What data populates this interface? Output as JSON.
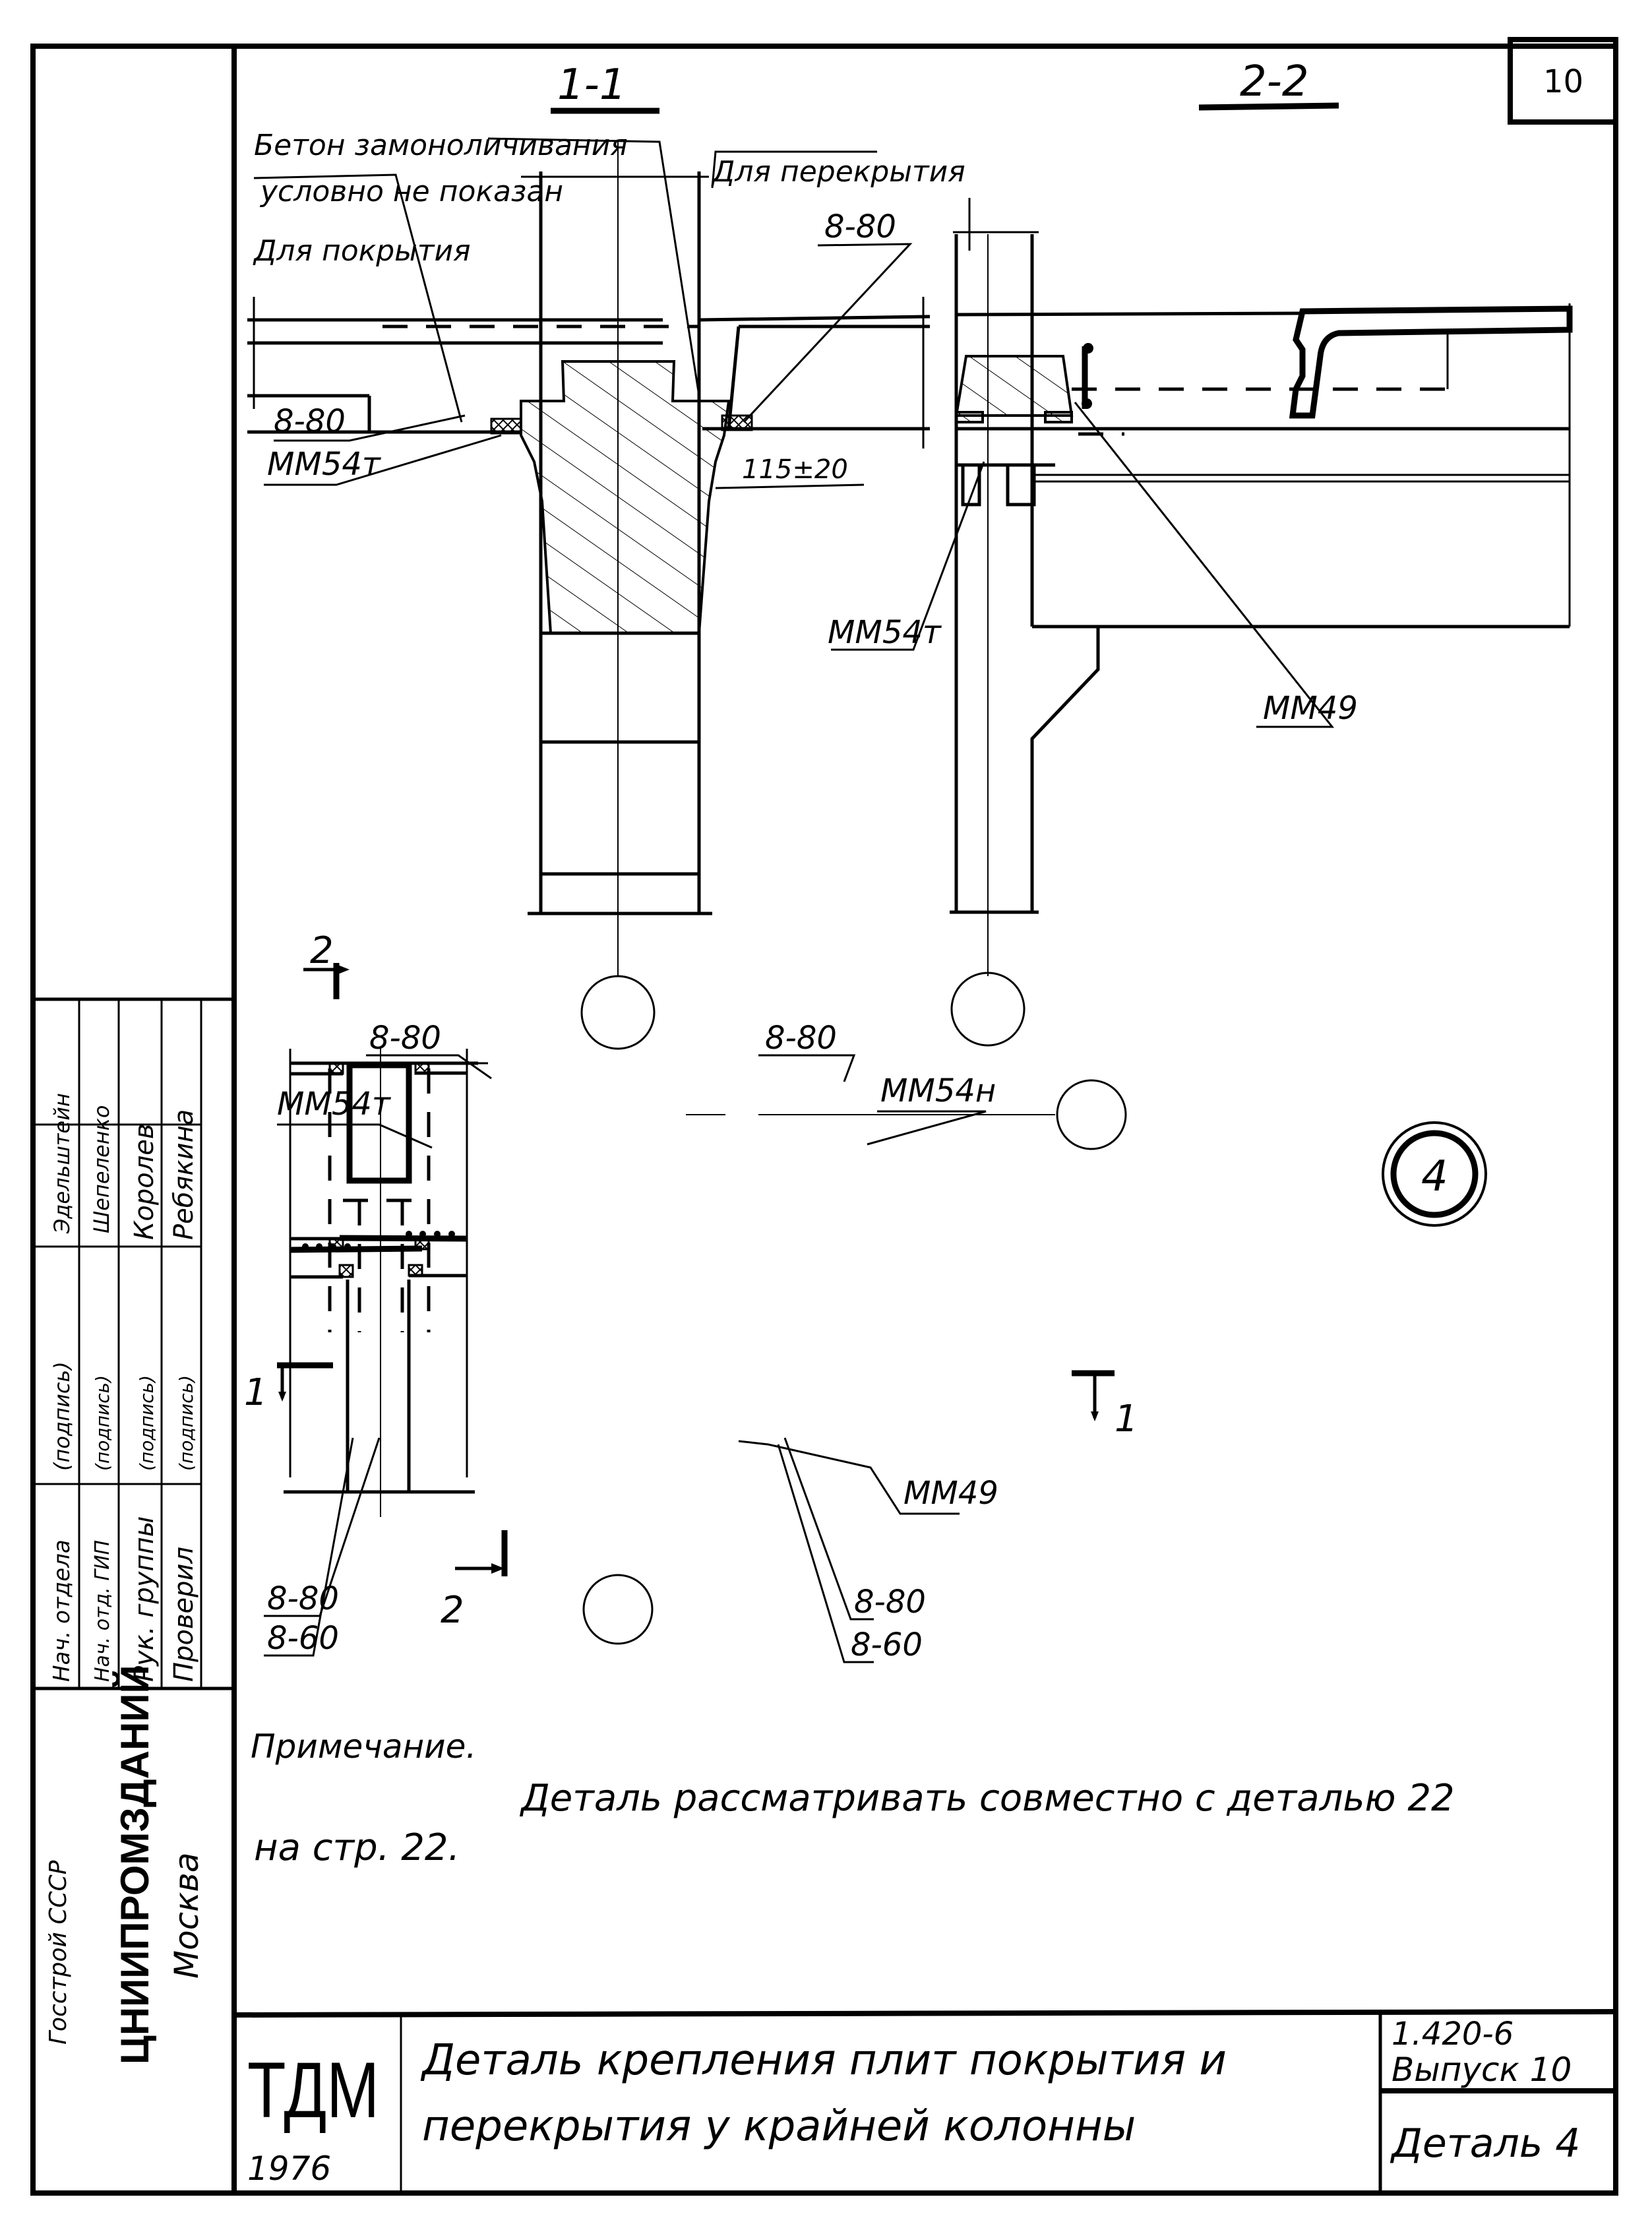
{
  "sheet": {
    "page_number": "10",
    "detail_marker": "4"
  },
  "section_1_1": {
    "title": "1-1",
    "labels": {
      "concrete_note_line1": "Бетон замоноличивания",
      "concrete_note_line2": "условно не показан",
      "for_roof": "Для покрытия",
      "for_floor": "Для перекрытия",
      "weld_top_right": "8-80",
      "weld_left": "8-80",
      "embedded_left": "ММ54т",
      "dimension": "115±20"
    }
  },
  "section_2_2": {
    "title": "2-2",
    "labels": {
      "embedded": "ММ54т",
      "connector": "ММ49"
    }
  },
  "plan": {
    "labels": {
      "weld_top_left": "8-80",
      "weld_top_right": "8-80",
      "embedded_left": "ММ54т",
      "embedded_right": "ММ54н",
      "connector": "ММ49",
      "weld_bottom_left_1": "8-80",
      "weld_bottom_left_2": "8-60",
      "weld_bottom_right_1": "8-80",
      "weld_bottom_right_2": "8-60"
    },
    "cut_marks": {
      "cut_2_top": "2",
      "cut_2_bottom": "2",
      "cut_1_left": "1",
      "cut_1_right": "1"
    }
  },
  "note": {
    "heading": "Примечание.",
    "text_line1": "Деталь рассматривать совместно с деталью 22",
    "text_line2": "на стр. 22."
  },
  "title_block": {
    "logo": "ТДМ",
    "year": "1976",
    "title_line1": "Деталь крепления плит покрытия и",
    "title_line2": "перекрытия у крайней колонны",
    "series": "1.420-6",
    "issue": "Выпуск 10",
    "detail": "Деталь 4"
  },
  "side_stamp": {
    "rows": [
      {
        "role": "Нач. отдела",
        "signature": "(подпись)",
        "name": "Эдельштейн"
      },
      {
        "role": "Нач. отд. ГИП",
        "signature": "(подпись)",
        "name": "Шепеленко"
      },
      {
        "role": "Рук. группы",
        "signature": "(подпись)",
        "name": "Королев"
      },
      {
        "role": "Проверил",
        "signature": "(подпись)",
        "name": "Ребякина"
      }
    ],
    "org_line1": "Госстрой СССР",
    "org_name": "ЦНИИПРОМЗДАНИЙ",
    "city": "Москва"
  }
}
